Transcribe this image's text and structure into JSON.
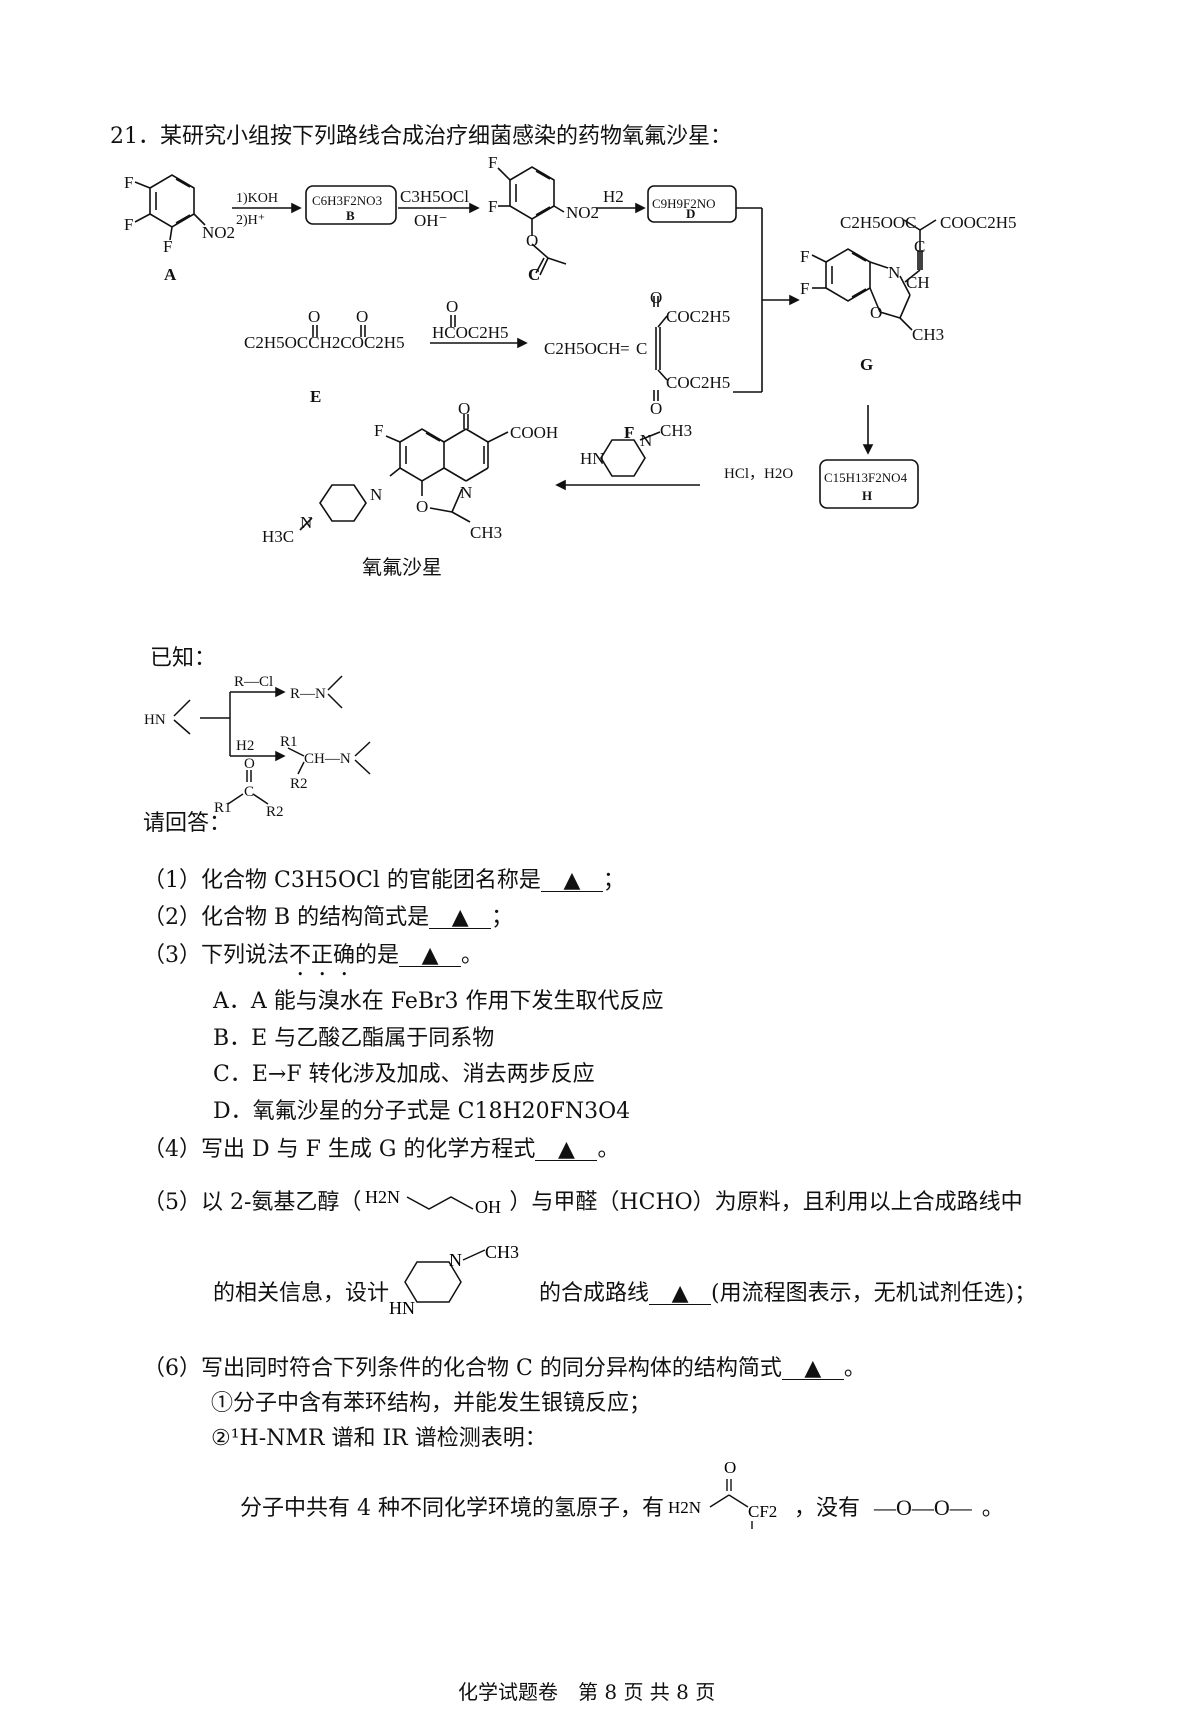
{
  "question": {
    "number": "21．",
    "title": "某研究小组按下列路线合成治疗细菌感染的药物氧氟沙星："
  },
  "scheme": {
    "labels": {
      "A": "A",
      "B": "B",
      "C": "C",
      "D": "D",
      "E": "E",
      "F": "F",
      "G": "G",
      "H": "H",
      "product": "氧氟沙星"
    },
    "formula_B": "C6H3F2NO3",
    "formula_D": "C9H9F2NO",
    "formula_H": "C15H13F2NO4",
    "reagent_A_1": "1)KOH",
    "reagent_A_2": "2)H⁺",
    "reagent_B_1": "C3H5OCl",
    "reagent_B_2": "OH⁻",
    "reagent_C": "H2",
    "reagent_E": "HCOC2H5",
    "reagent_H": "HCl，H2O",
    "E_formula": "C2H5OCCH2COC2H5",
    "F_left": "C2H5OCH",
    "F_group": "COC2H5",
    "G_ester_left": "C2H5OOC",
    "G_ester_right": "COOC2H5",
    "sub_F": "F",
    "sub_NO2": "NO2",
    "sub_O": "O",
    "sub_N": "N",
    "sub_C": "C",
    "sub_CH": "CH",
    "sub_CH3": "CH3",
    "sub_H3C": "H3C",
    "sub_HN": "HN",
    "sub_COOH": "COOH",
    "sub_eq": "="
  },
  "known": {
    "title": "已知：",
    "reagent_top": "R—Cl",
    "product_top": "R—N",
    "reagent_bottom": "H2",
    "hn": "HN",
    "r1": "R1",
    "r2": "R2",
    "ch_n": "CH—N",
    "o": "O",
    "c": "C"
  },
  "answer_intro": "请回答：",
  "q1": {
    "pre": "（1）化合物 C3H5OCl 的官能团名称是",
    "blank": "▲",
    "post": "；"
  },
  "q2": {
    "pre": "（2）化合物 B 的结构简式是",
    "blank": "▲",
    "post": "；"
  },
  "q3": {
    "pre": "（3）下列说法",
    "emph": "不正确",
    "mid": "的是",
    "blank": "▲",
    "post": "。"
  },
  "options": [
    "A．A 能与溴水在 FeBr3 作用下发生取代反应",
    "B．E 与乙酸乙酯属于同系物",
    "C．E→F 转化涉及加成、消去两步反应",
    "D．氧氟沙星的分子式是 C18H20FN3O4"
  ],
  "q4": {
    "pre": "（4）写出 D 与 F 生成 G 的化学方程式",
    "blank": "▲",
    "post": "。"
  },
  "q5": {
    "line1_pre": "（5）以 2-氨基乙醇（",
    "h2n": "H2N",
    "oh": "OH",
    "line1_post": "）与甲醛（HCHO）为原料，且利用以上合成路线中",
    "line2_pre": "的相关信息，设计",
    "ch3": "CH3",
    "hn": "HN",
    "n": "N",
    "line2_mid": "的合成路线",
    "blank": "▲",
    "line2_post": "(用流程图表示，无机试剂任选)；"
  },
  "q6": {
    "pre": "（6）写出同时符合下列条件的化合物 C 的同分异构体的结构简式",
    "blank": "▲",
    "post": "。",
    "cond1": "①分子中含有苯环结构，并能发生银镜反应；",
    "cond2": "②¹H-NMR 谱和 IR 谱检测表明：",
    "cond3_pre": "分子中共有 4 种不同化学环境的氢原子，有",
    "h2n": "H2N",
    "cf2": "CF2",
    "o": "O",
    "cond3_mid": "，没有",
    "peroxide": "—O—O—",
    "cond3_post": "。"
  },
  "footer": "化学试题卷　第 8 页 共 8 页"
}
